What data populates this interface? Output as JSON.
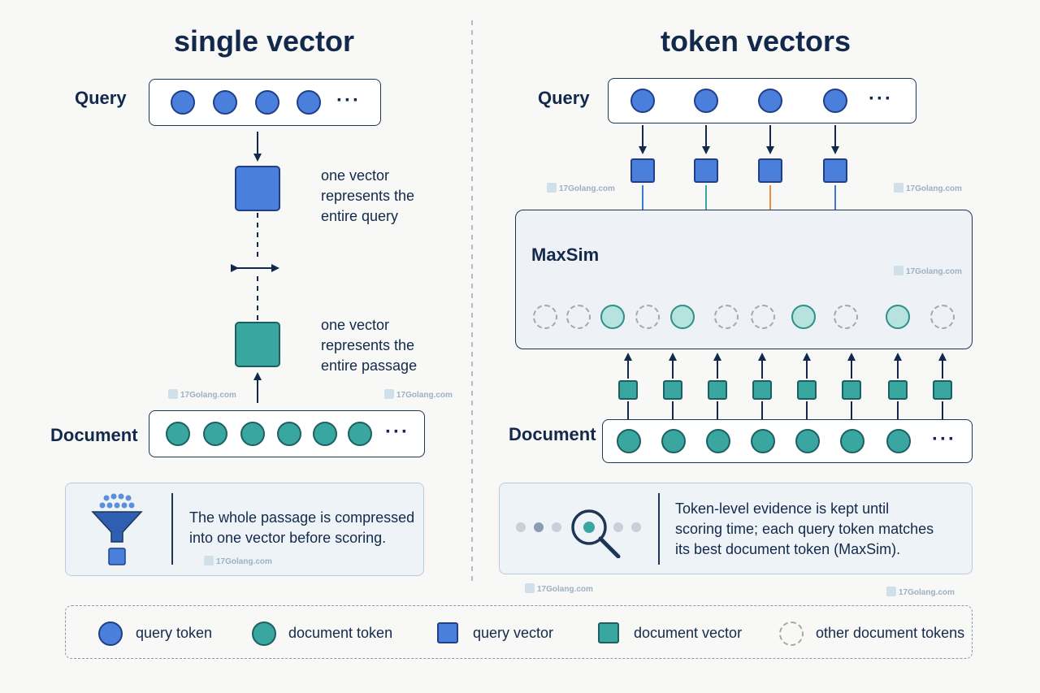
{
  "left": {
    "title": "single vector",
    "query_label": "Query",
    "document_label": "Document",
    "ellipsis": "···",
    "query_vector_note": [
      "one vector",
      "represents the",
      "entire query"
    ],
    "doc_vector_note": [
      "one vector",
      "represents the",
      "entire passage"
    ],
    "info_text": [
      "The whole passage is compressed",
      "into one vector before scoring."
    ]
  },
  "right": {
    "title": "token vectors",
    "query_label": "Query",
    "document_label": "Document",
    "maxsim_label": "MaxSim",
    "ellipsis": "···",
    "info_text": [
      "Token-level evidence is kept until",
      "scoring time; each query token matches",
      "its best document token (MaxSim)."
    ]
  },
  "legend": {
    "query_token": "query token",
    "document_token": "document token",
    "query_vector": "query vector",
    "document_vector": "document vector",
    "other_tokens": "other document tokens"
  },
  "watermark": "17Golang.com",
  "colors": {
    "query": "#4a7fdc",
    "document": "#3aa6a0",
    "match_teal": "#3aa6a0",
    "match_orange": "#e8913a",
    "ink": "#13294b"
  }
}
